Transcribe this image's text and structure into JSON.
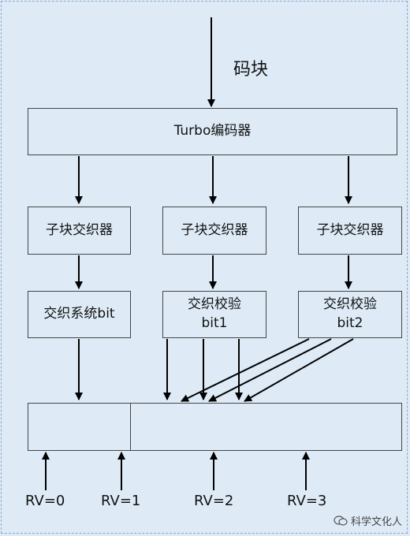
{
  "input_label": "码块",
  "encoder_label": "Turbo编码器",
  "interleavers": [
    {
      "label": "子块交织器"
    },
    {
      "label": "子块交织器"
    },
    {
      "label": "子块交织器"
    }
  ],
  "outputs": [
    {
      "line1": "交织系统bit",
      "line2": ""
    },
    {
      "line1": "交织校验",
      "line2": "bit1"
    },
    {
      "line1": "交织校验",
      "line2": "bit2"
    }
  ],
  "rv_labels": [
    "RV=0",
    "RV=1",
    "RV=2",
    "RV=3"
  ],
  "watermark": "科学文化人"
}
